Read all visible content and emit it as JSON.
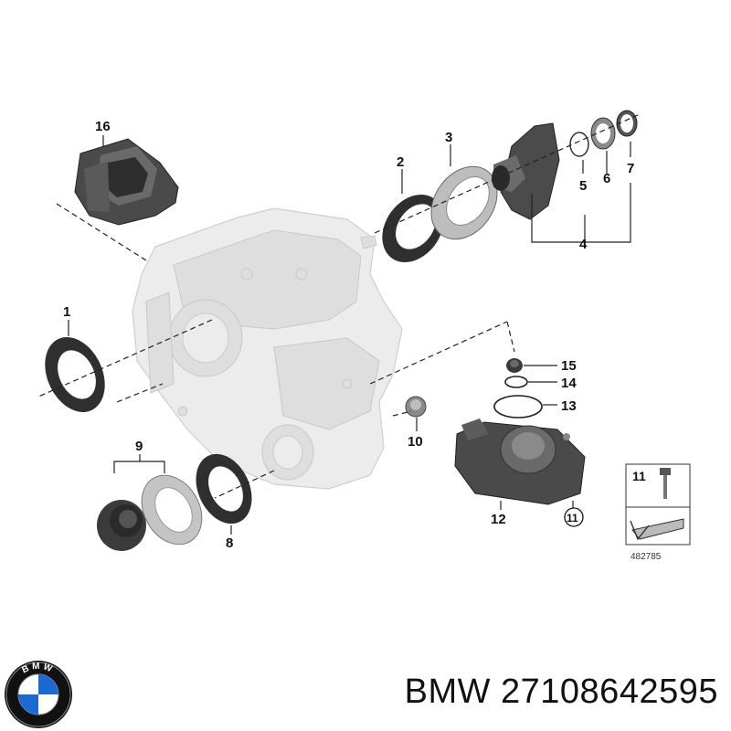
{
  "diagram": {
    "callouts": {
      "c1": "1",
      "c2": "2",
      "c3": "3",
      "c4": "4",
      "c5": "5",
      "c6": "6",
      "c7": "7",
      "c8": "8",
      "c9": "9",
      "c10": "10",
      "c11": "11",
      "c12": "12",
      "c13": "13",
      "c14": "14",
      "c15": "15",
      "c16": "16"
    },
    "inline_ref": "11",
    "legend": {
      "number": "11",
      "reference": "482785"
    }
  },
  "footer": {
    "logo_letters": "BMW",
    "caption": "BMW 27108642595"
  },
  "colors": {
    "bmw_blue": "#1c69d4",
    "bmw_ring": "#111111",
    "part_dark": "#3a3a3a",
    "ghost_gray": "#e6e6e6"
  }
}
